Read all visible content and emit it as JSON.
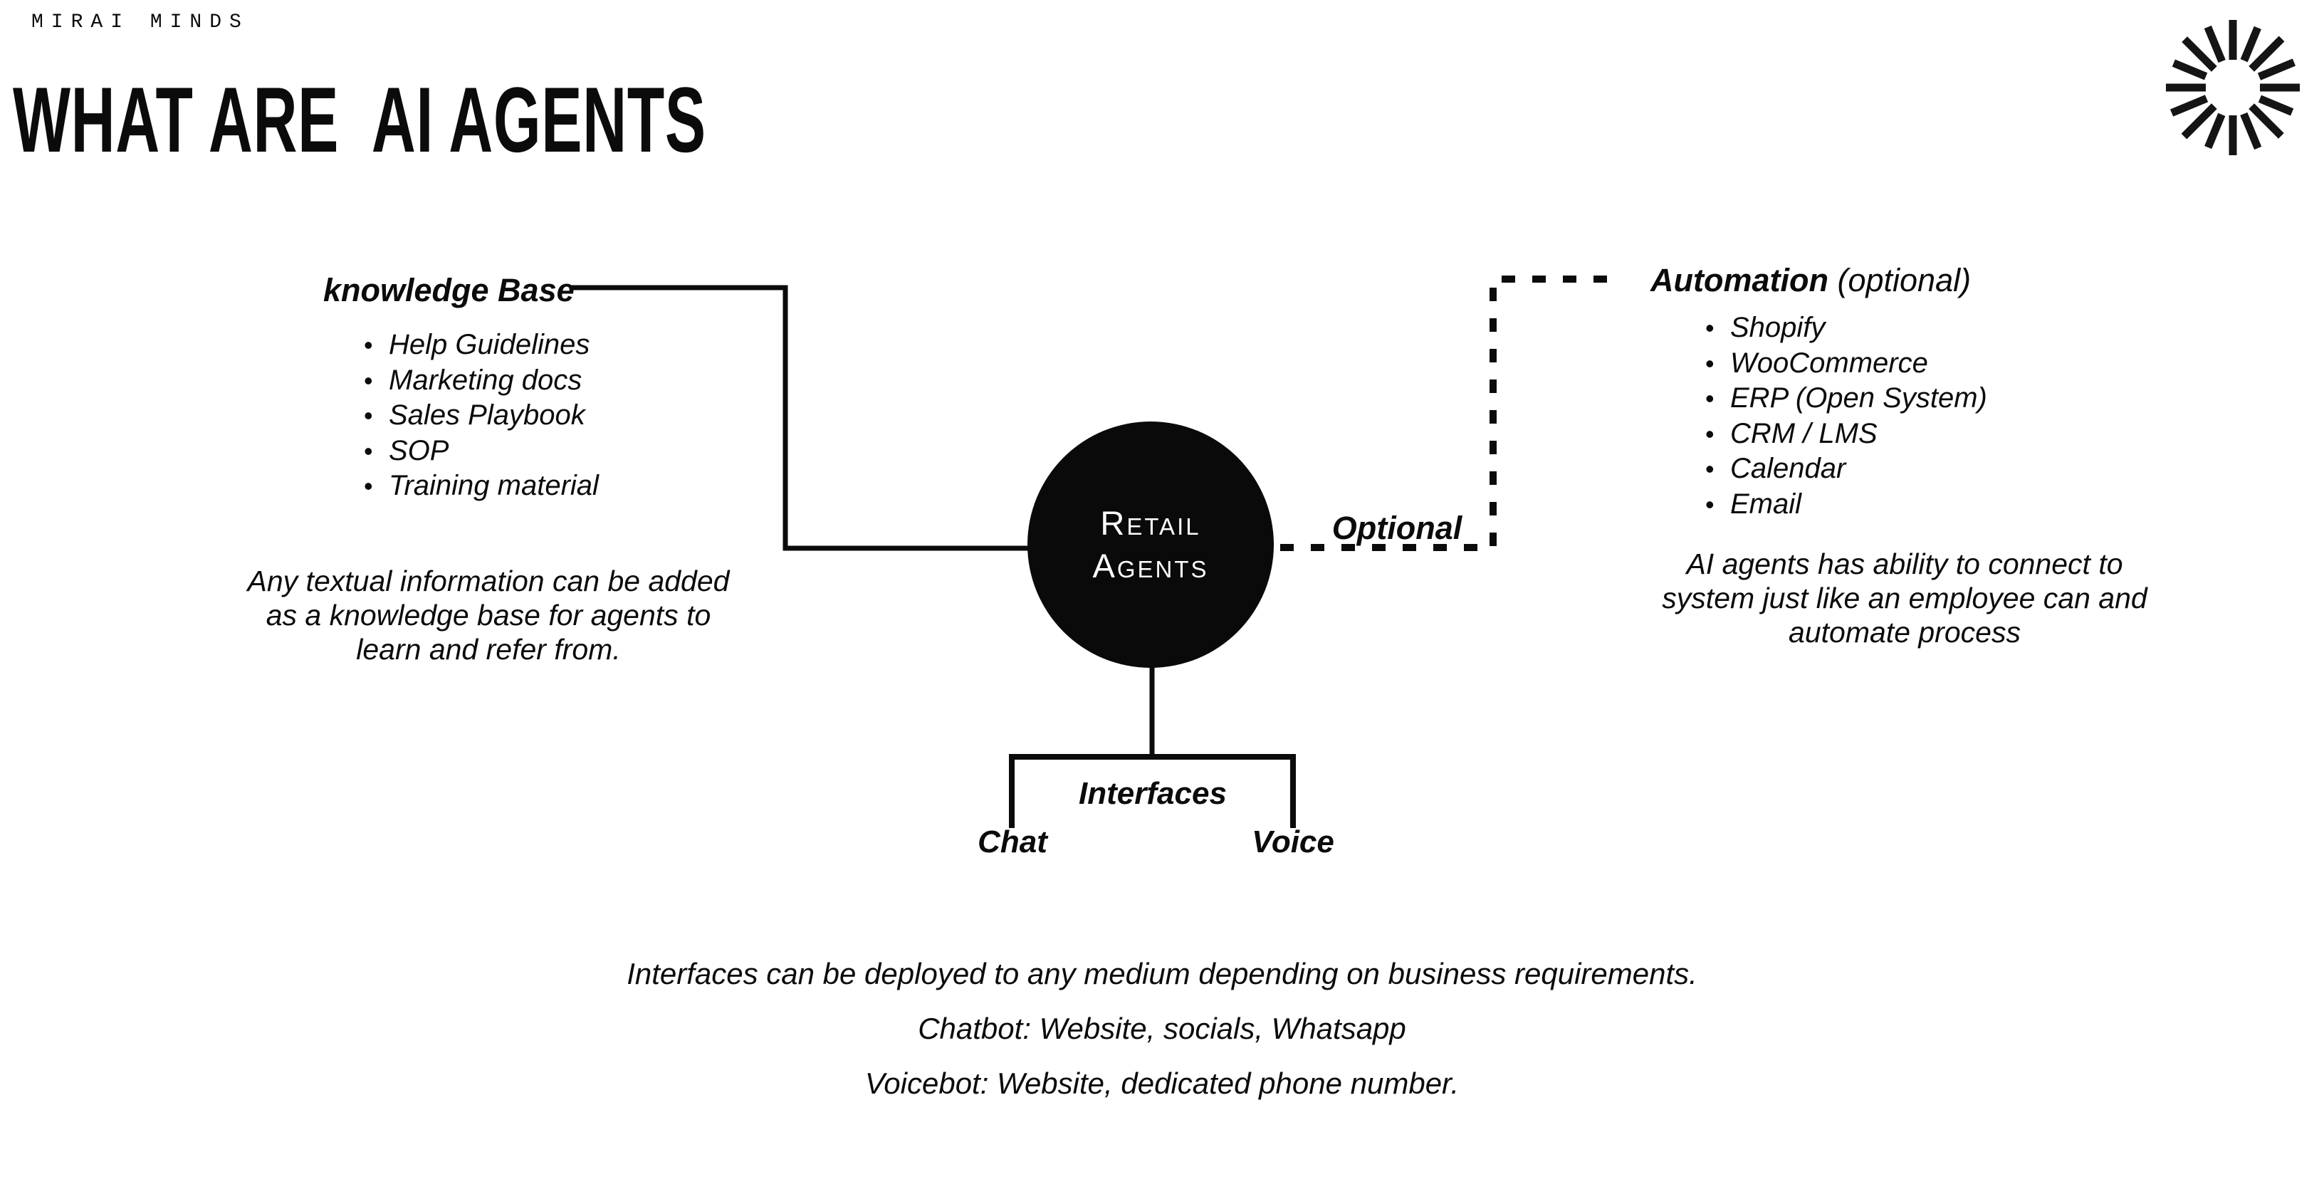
{
  "brand": "MIRAI MINDS",
  "title": "WHAT ARE  AI AGENTS",
  "colors": {
    "ink": "#0b0b0b",
    "bg": "#ffffff",
    "hub_fill": "#0a0a0a",
    "hub_text": "#ffffff"
  },
  "icons": {
    "logo": "starburst-icon"
  },
  "knowledge": {
    "heading": "knowledge Base",
    "items": [
      "Help Guidelines",
      "Marketing docs",
      "Sales Playbook",
      "SOP",
      "Training material"
    ],
    "note_lines": [
      "Any textual information can be added",
      "as a knowledge base for agents to",
      "learn and refer from."
    ]
  },
  "hub": {
    "line1": "Retail",
    "line2": "Agents"
  },
  "automation": {
    "heading_bold": "Automation",
    "heading_suffix": " (optional)",
    "optional_label": "Optional",
    "items": [
      "Shopify",
      "WooCommerce",
      "ERP (Open System)",
      "CRM / LMS",
      "Calendar",
      "Email"
    ],
    "note_lines": [
      "AI agents has ability to connect to",
      "system just like an employee can and",
      "automate process"
    ]
  },
  "interfaces": {
    "heading": "Interfaces",
    "chat_label": "Chat",
    "voice_label": "Voice"
  },
  "footer_lines": [
    "Interfaces can be deployed to any medium depending on business requirements.",
    "Chatbot: Website, socials, Whatsapp",
    "Voicebot: Website, dedicated phone number."
  ]
}
